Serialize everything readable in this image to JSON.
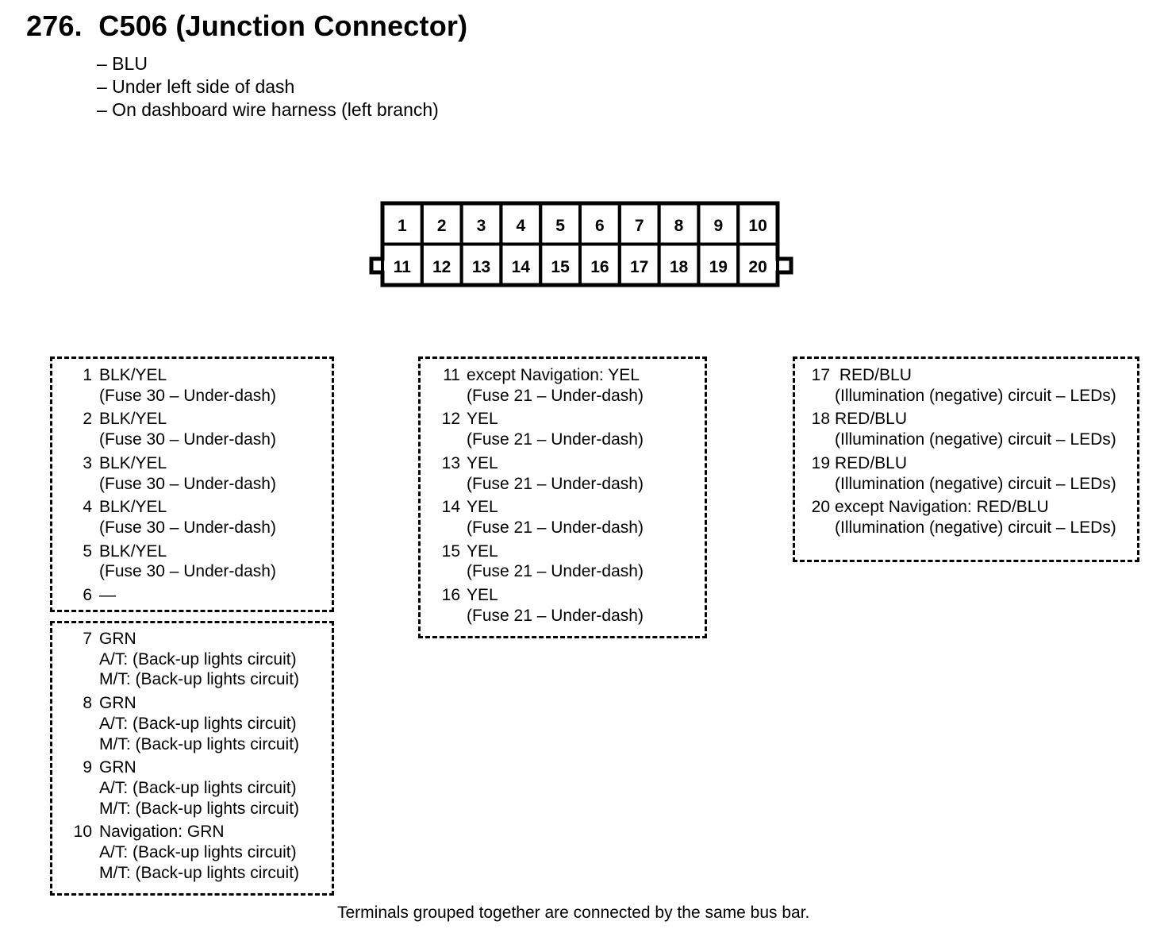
{
  "title": "276.  C506 (Junction Connector)",
  "details": [
    "– BLU",
    "– Under left side of dash",
    "– On dashboard wire harness (left branch)"
  ],
  "connector": {
    "top_row": [
      "1",
      "2",
      "3",
      "4",
      "5",
      "6",
      "7",
      "8",
      "9",
      "10"
    ],
    "bottom_row": [
      "11",
      "12",
      "13",
      "14",
      "15",
      "16",
      "17",
      "18",
      "19",
      "20"
    ]
  },
  "groups": [
    {
      "terminals": [
        {
          "num": "1",
          "lines": [
            "BLK/YEL",
            "(Fuse 30 – Under-dash)"
          ]
        },
        {
          "num": "2",
          "lines": [
            "BLK/YEL",
            "(Fuse 30 – Under-dash)"
          ]
        },
        {
          "num": "3",
          "lines": [
            "BLK/YEL",
            "(Fuse 30 – Under-dash)"
          ]
        },
        {
          "num": "4",
          "lines": [
            "BLK/YEL",
            "(Fuse 30 – Under-dash)"
          ]
        },
        {
          "num": "5",
          "lines": [
            "BLK/YEL",
            "(Fuse 30 – Under-dash)"
          ]
        },
        {
          "num": "6",
          "lines": [
            "—"
          ]
        }
      ]
    },
    {
      "terminals": [
        {
          "num": "7",
          "lines": [
            "GRN",
            "A/T: (Back-up lights circuit)",
            "M/T: (Back-up lights circuit)"
          ]
        },
        {
          "num": "8",
          "lines": [
            "GRN",
            "A/T: (Back-up lights circuit)",
            "M/T: (Back-up lights circuit)"
          ]
        },
        {
          "num": "9",
          "lines": [
            "GRN",
            "A/T: (Back-up lights circuit)",
            "M/T: (Back-up lights circuit)"
          ]
        },
        {
          "num": "10",
          "lines": [
            "Navigation: GRN",
            "A/T: (Back-up lights circuit)",
            "M/T: (Back-up lights circuit)"
          ]
        }
      ]
    },
    {
      "terminals": [
        {
          "num": "11",
          "lines": [
            "except Navigation: YEL",
            "(Fuse 21 – Under-dash)"
          ]
        },
        {
          "num": "12",
          "lines": [
            "YEL",
            "(Fuse 21 – Under-dash)"
          ]
        },
        {
          "num": "13",
          "lines": [
            "YEL",
            "(Fuse 21 – Under-dash)"
          ]
        },
        {
          "num": "14",
          "lines": [
            "YEL",
            "(Fuse 21 – Under-dash)"
          ]
        },
        {
          "num": "15",
          "lines": [
            "YEL",
            "(Fuse 21 – Under-dash)"
          ]
        },
        {
          "num": "16",
          "lines": [
            "YEL",
            "(Fuse 21 – Under-dash)"
          ]
        }
      ]
    },
    {
      "terminals": [
        {
          "num": "17",
          "lines": [
            " RED/BLU",
            "(Illumination (negative) circuit – LEDs)"
          ]
        },
        {
          "num": "18",
          "lines": [
            "RED/BLU",
            "(Illumination (negative) circuit – LEDs)"
          ]
        },
        {
          "num": "19",
          "lines": [
            "RED/BLU",
            "(Illumination (negative) circuit – LEDs)"
          ]
        },
        {
          "num": "20",
          "lines": [
            "except Navigation: RED/BLU",
            "(Illumination (negative) circuit – LEDs)"
          ]
        }
      ]
    }
  ],
  "footnote": "Terminals grouped together are connected by the same bus bar."
}
